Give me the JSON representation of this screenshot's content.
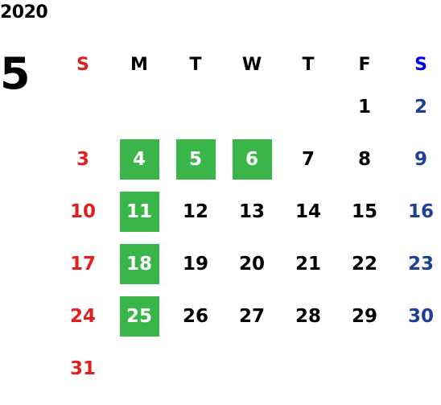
{
  "colors": {
    "sunday": "#e02020",
    "saturday": "#1d3f96",
    "saturday_header": "#0000ee",
    "highlight": "#3ab54a",
    "text": "#000000"
  },
  "calendar": {
    "year": "2020",
    "month": "5",
    "weekdays": [
      "S",
      "M",
      "T",
      "W",
      "T",
      "F",
      "S"
    ],
    "highlighted_days": [
      "4",
      "5",
      "6",
      "11",
      "18",
      "25"
    ],
    "weeks": [
      [
        "",
        "",
        "",
        "",
        "",
        "1",
        "2"
      ],
      [
        "3",
        "4",
        "5",
        "6",
        "7",
        "8",
        "9"
      ],
      [
        "10",
        "11",
        "12",
        "13",
        "14",
        "15",
        "16"
      ],
      [
        "17",
        "18",
        "19",
        "20",
        "21",
        "22",
        "23"
      ],
      [
        "24",
        "25",
        "26",
        "27",
        "28",
        "29",
        "30"
      ],
      [
        "31",
        "",
        "",
        "",
        "",
        "",
        ""
      ]
    ]
  }
}
